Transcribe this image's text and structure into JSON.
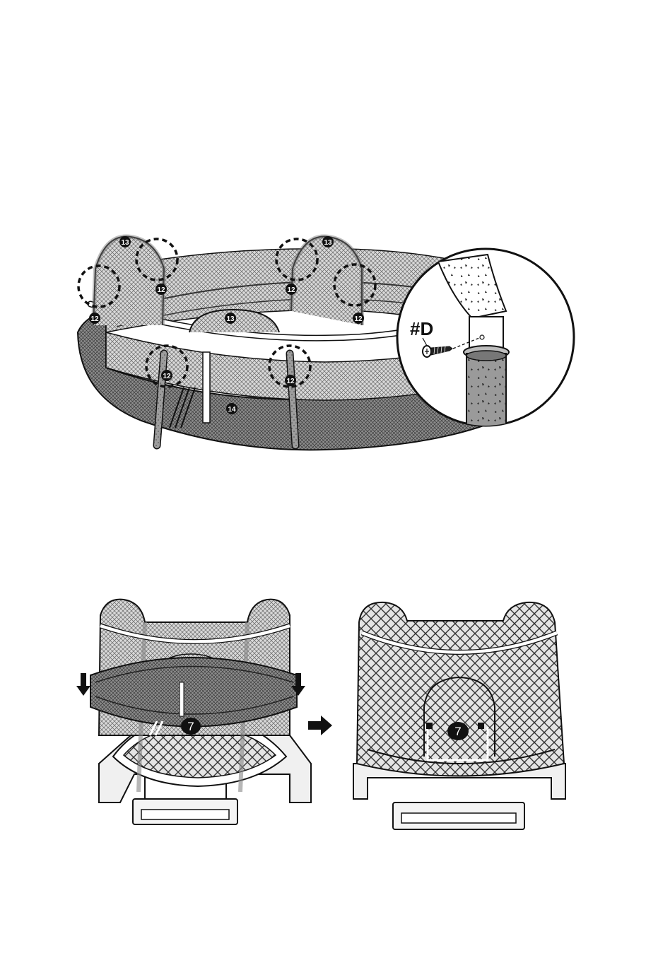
{
  "figure1": {
    "callouts": {
      "c13a": "13",
      "c13b": "13",
      "c13c": "13",
      "c12a": "12",
      "c12b": "12",
      "c12c": "12",
      "c12d": "12",
      "c12e": "12",
      "c12f": "12",
      "c14": "14"
    }
  },
  "detail": {
    "screw_label": "#D"
  },
  "figure2": {
    "callout_left": "7",
    "callout_right": "7"
  },
  "colors": {
    "line": "#111111",
    "net_dark": "#4a4a4a",
    "net_mid": "#8a8a8a",
    "net_light": "#c8c8c8",
    "paper": "#ffffff"
  }
}
